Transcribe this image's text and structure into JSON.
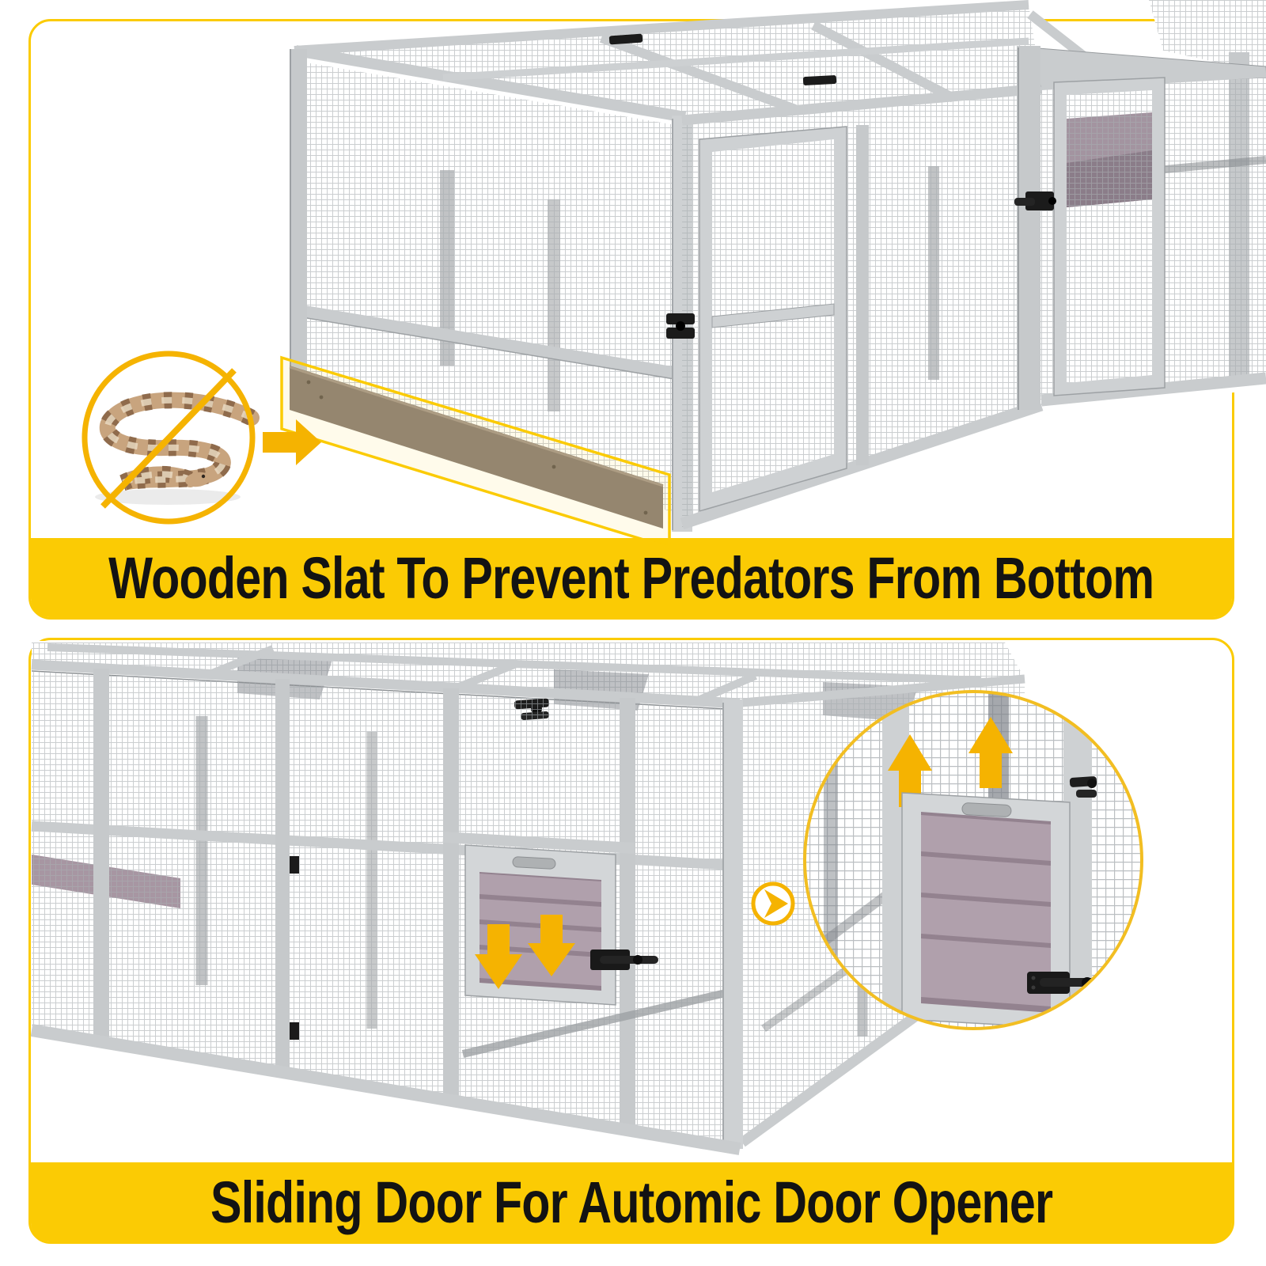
{
  "cards": [
    {
      "id": "wooden-slat-feature",
      "banner_label": "Wooden Slat To Prevent Predators From Bottom",
      "icons": [
        "no-snakes-icon",
        "arrow-right-icon",
        "wooden-slat-highlight-outline"
      ]
    },
    {
      "id": "sliding-door-feature",
      "banner_label": "Sliding Door For Automic Door Opener",
      "icons": [
        "arrow-down-icon",
        "arrow-down-icon",
        "chevron-right-icon",
        "magnifier-circle",
        "arrow-up-icon",
        "arrow-up-icon"
      ]
    }
  ],
  "colors": {
    "accent_yellow": "#FBCB04",
    "arrow_gold": "#F5B301",
    "banner_text": "#131313",
    "frame_gray": "#C9CCCE",
    "mesh_gray": "#A8ADB1",
    "slat_taupe": "#8D8179",
    "panel_mauve": "#AB9AA7",
    "hardware_black": "#1B1B1B"
  }
}
